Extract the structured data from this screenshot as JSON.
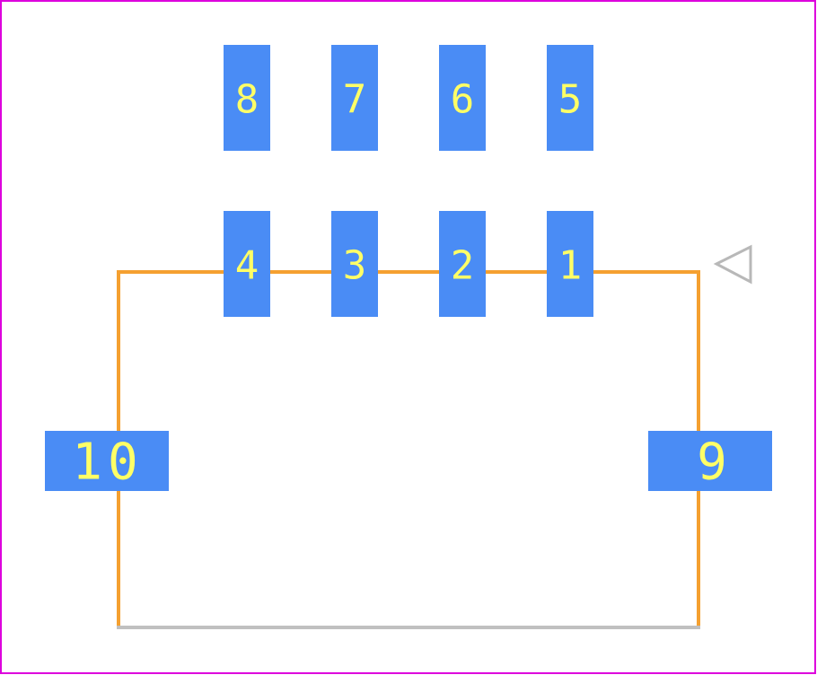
{
  "colors": {
    "frame": "#dd00dd",
    "outline": "#f5a030",
    "outline_bottom": "#c0c0c0",
    "pad": "#4a8cf5",
    "pad_text": "#ffff66",
    "pin1_marker": "#b8b8b8"
  },
  "pads": [
    {
      "label": "8"
    },
    {
      "label": "7"
    },
    {
      "label": "6"
    },
    {
      "label": "5"
    },
    {
      "label": "4"
    },
    {
      "label": "3"
    },
    {
      "label": "2"
    },
    {
      "label": "1"
    },
    {
      "label": "10"
    },
    {
      "label": "9"
    }
  ],
  "icons": {
    "pin1_marker": "triangle-left-icon"
  }
}
